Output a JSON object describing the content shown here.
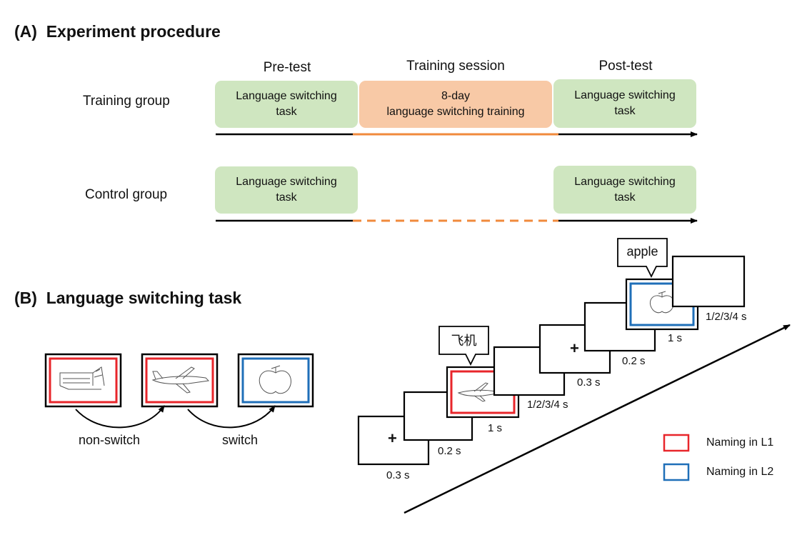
{
  "section_a": {
    "label": "(A)",
    "title": "Experiment procedure"
  },
  "section_b": {
    "label": "(B)",
    "title": "Language switching task"
  },
  "phases": {
    "pre": "Pre-test",
    "training": "Training session",
    "post": "Post-test"
  },
  "groups": {
    "training": "Training group",
    "control": "Control group"
  },
  "boxes": {
    "pre_task": "Language switching\ntask",
    "training_task": "8-day\nlanguage switching training",
    "post_task": "Language switching\ntask"
  },
  "switch_demo": {
    "non_switch": "non-switch",
    "switch": "switch"
  },
  "timeline": {
    "t1": "0.3 s",
    "t2": "0.2 s",
    "t3": "1 s",
    "t4": "1/2/3/4 s",
    "t5": "0.3 s",
    "t6": "0.2 s",
    "t7": "1 s",
    "t8": "1/2/3/4 s",
    "bubble_l1": "飞机",
    "bubble_l2": "apple",
    "fixation": "+"
  },
  "legend": {
    "l1": "Naming in L1",
    "l2": "Naming in L2"
  },
  "colors": {
    "green": "#cfe6c0",
    "orange": "#f8c9a6",
    "l1_red": "#e8262b",
    "l2_blue": "#1f6fb8",
    "timeline_orange": "#f08a3c"
  }
}
